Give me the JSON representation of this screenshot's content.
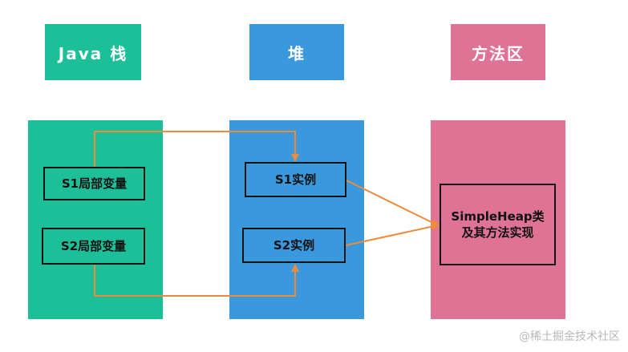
{
  "headers": {
    "java_stack": "Java 栈",
    "heap": "堆",
    "method_area": "方法区"
  },
  "java_stack_boxes": {
    "s1_local": "S1局部变量",
    "s2_local": "S2局部变量"
  },
  "heap_boxes": {
    "s1_instance": "S1实例",
    "s2_instance": "S2实例"
  },
  "method_area_box": {
    "line1": "SimpleHeap类",
    "line2": "及其方法实现"
  },
  "watermark": "@稀土掘金技术社区",
  "colors": {
    "java_stack": "#1dbf99",
    "heap": "#3a98dd",
    "method_area": "#de7395",
    "arrow": "#ee8a3a"
  }
}
